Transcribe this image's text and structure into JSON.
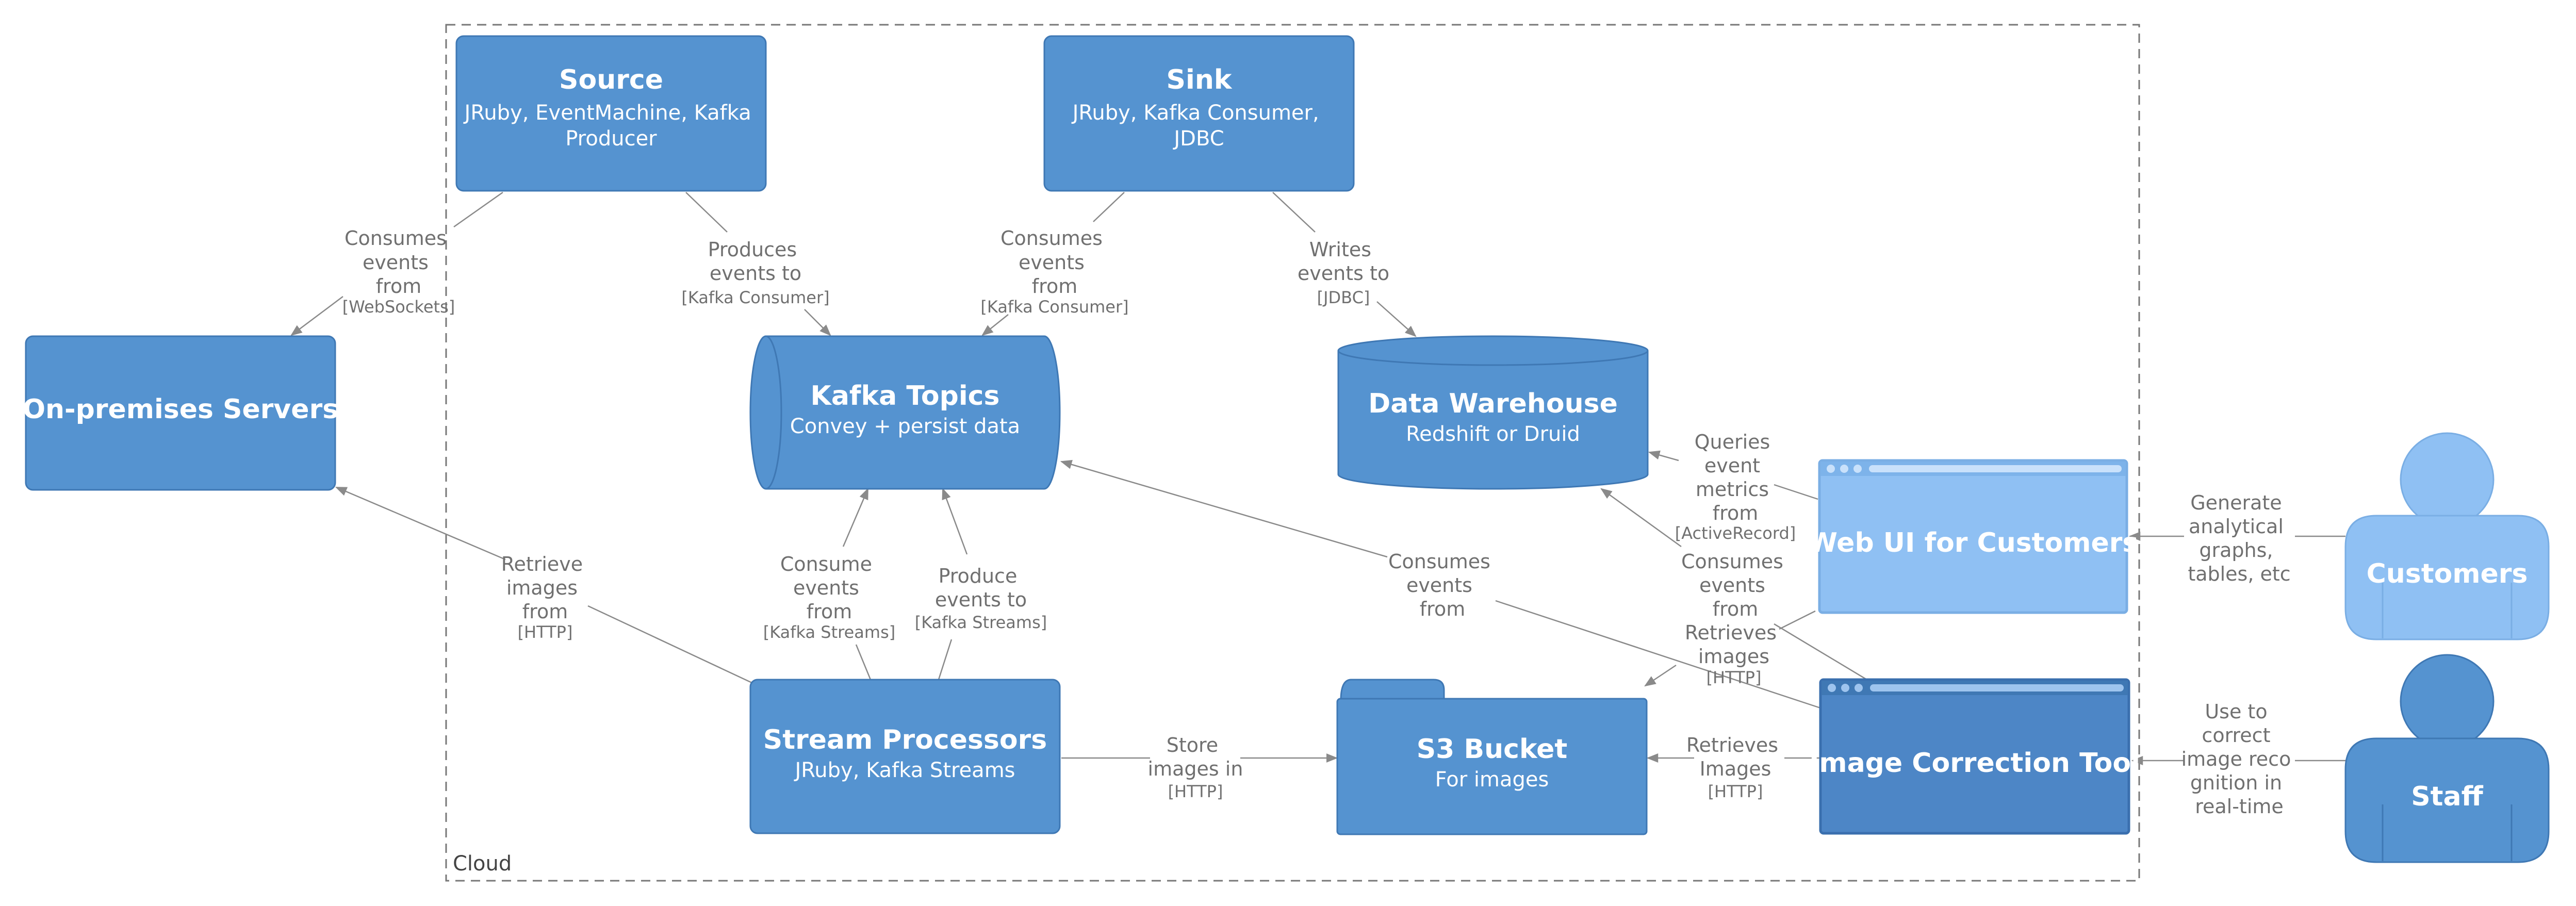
{
  "boundary": {
    "label": "Cloud"
  },
  "colors": {
    "container": "#5593d0",
    "container_stroke": "#3f78b4",
    "person_staff": "#5593d0",
    "person_customers": "#8fc0f3",
    "webui": "#8fc0f3",
    "tool": "#4d86c6",
    "edge": "#8a8a8a",
    "edge_text": "#707070"
  },
  "nodes": {
    "source": {
      "title": "Source",
      "tech": [
        "JRuby, EventMachine, Kafka",
        "Producer"
      ]
    },
    "sink": {
      "title": "Sink",
      "tech": [
        "JRuby, Kafka Consumer,",
        "JDBC"
      ]
    },
    "onprem": {
      "title": "On-premises Servers"
    },
    "kafka": {
      "title": "Kafka Topics",
      "sub": "Convey + persist data"
    },
    "warehouse": {
      "title": "Data Warehouse",
      "sub": "Redshift or Druid"
    },
    "webui": {
      "title": "Web UI for Customers"
    },
    "customers": {
      "title": "Customers"
    },
    "stream": {
      "title": "Stream Processors",
      "sub": "JRuby, Kafka Streams"
    },
    "s3": {
      "title": "S3 Bucket",
      "sub": "For images"
    },
    "tool": {
      "title": "Image Correction Tool"
    },
    "staff": {
      "title": "Staff"
    }
  },
  "edges": {
    "source_onprem": {
      "lines": [
        "Consumes",
        "events",
        "from"
      ],
      "tech": "[WebSockets]"
    },
    "source_kafka": {
      "lines": [
        "Produces",
        "events to"
      ],
      "tech": "[Kafka Consumer]"
    },
    "sink_kafka": {
      "lines": [
        "Consumes",
        "events",
        "from"
      ],
      "tech": "[Kafka Consumer]"
    },
    "sink_warehouse": {
      "lines": [
        "Writes",
        "events to"
      ],
      "tech": "[JDBC]"
    },
    "webui_warehouse": {
      "lines": [
        "Queries",
        "event",
        "metrics",
        "from"
      ],
      "tech": "[ActiveRecord]"
    },
    "customers_webui": {
      "lines": [
        "Generate",
        "analytical",
        "graphs,",
        "tables, etc"
      ],
      "tech": ""
    },
    "stream_onprem": {
      "lines": [
        "Retrieve",
        "images",
        "from"
      ],
      "tech": "[HTTP]"
    },
    "stream_kafka_consume": {
      "lines": [
        "Consume",
        "events",
        "from"
      ],
      "tech": "[Kafka Streams]"
    },
    "stream_kafka_produce": {
      "lines": [
        "Produce",
        "events to"
      ],
      "tech": "[Kafka Streams]"
    },
    "tool_kafka": {
      "lines": [
        "Consumes",
        "events",
        "from"
      ],
      "tech": ""
    },
    "tool_warehouse": {
      "lines": [
        "Consumes",
        "events",
        "from"
      ],
      "tech": ""
    },
    "webui_s3": {
      "lines": [
        "Retrieves",
        "images"
      ],
      "tech": "[HTTP]"
    },
    "stream_s3": {
      "lines": [
        "Store",
        "images in"
      ],
      "tech": "[HTTP]"
    },
    "tool_s3": {
      "lines": [
        "Retrieves",
        "Images"
      ],
      "tech": "[HTTP]"
    },
    "staff_tool": {
      "lines": [
        "Use to",
        "correct",
        "image reco",
        "gnition in",
        "real-time"
      ],
      "tech": ""
    }
  }
}
